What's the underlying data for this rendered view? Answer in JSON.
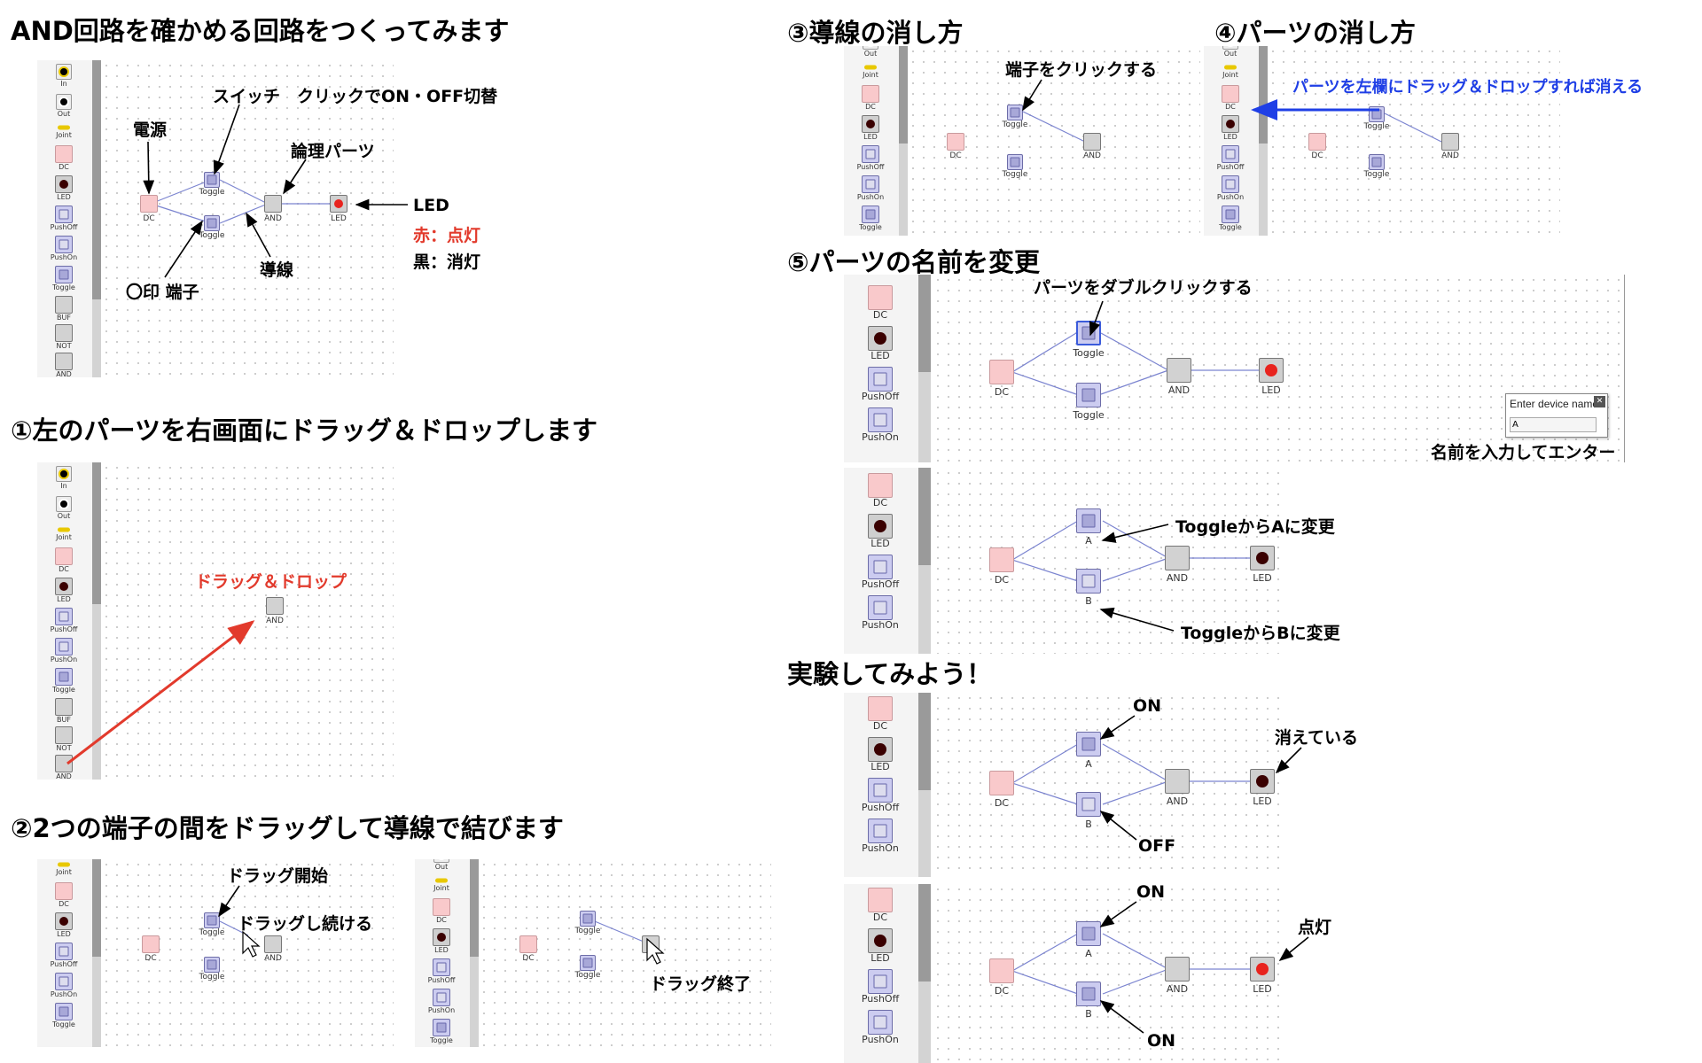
{
  "headings": {
    "s0": "AND回路を確かめる回路をつくってみます",
    "s1": "①左のパーツを右画面にドラッグ＆ドロップします",
    "s2": "②2つの端子の間をドラッグして導線で結びます",
    "s3": "③導線の消し方",
    "s4": "④パーツの消し方",
    "s5": "⑤パーツの名前を変更",
    "s6": "実験してみよう！"
  },
  "annotations": {
    "switch": "スイッチ　クリックでON・OFF切替",
    "power": "電源",
    "logic": "論理パーツ",
    "led": "LED",
    "red": "赤：点灯",
    "black": "黒：消灯",
    "terminal": "〇印 端子",
    "wire": "導線",
    "dragdrop": "ドラッグ＆ドロップ",
    "drag_start": "ドラッグ開始",
    "drag_continue": "ドラッグし続ける",
    "drag_end": "ドラッグ終了",
    "click_terminal": "端子をクリックする",
    "delete_part": "パーツを左欄にドラッグ＆ドロップすれば消える",
    "double_click": "パーツをダブルクリックする",
    "enter_name": "名前を入力してエンター",
    "toggle_to_a": "ToggleからAに変更",
    "toggle_to_b": "ToggleからBに変更",
    "on": "ON",
    "off": "OFF",
    "off_state": "消えている",
    "lit": "点灯"
  },
  "dialog": {
    "title": "Enter device name",
    "value": "A",
    "close": "✕"
  },
  "parts": {
    "in": "In",
    "out": "Out",
    "joint": "Joint",
    "dc": "DC",
    "led": "LED",
    "pushoff": "PushOff",
    "pushon": "PushOn",
    "toggle": "Toggle",
    "buf": "BUF",
    "not": "NOT",
    "and": "AND",
    "a": "A",
    "b": "B"
  },
  "colors": {
    "red": "#e23a2c",
    "blue": "#1f3fe6",
    "wire": "#7b84d0",
    "led_on": "#e8231e",
    "led_off": "#3a0000"
  }
}
